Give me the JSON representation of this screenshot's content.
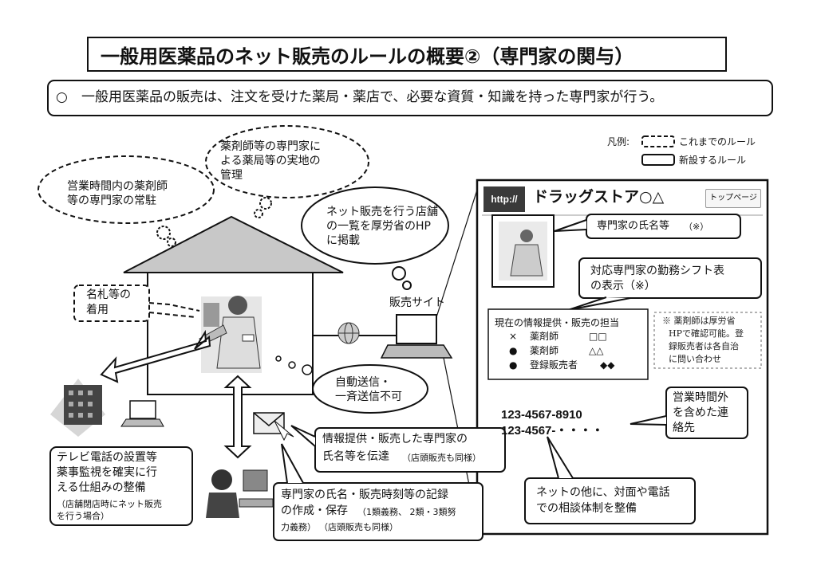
{
  "title": "一般用医薬品のネット販売のルールの概要②（専門家の関与）",
  "intro": {
    "bullet": "○",
    "text": "一般用医薬品の販売は、注文を受けた薬局・薬店で、必要な資質・知識を持った専門家が行う。"
  },
  "legend": {
    "prefix": "凡例:",
    "dashed_label": "これまでのルール",
    "solid_label": "新設するルール"
  },
  "clouds": {
    "onsite": [
      "薬剤師等の専門家に",
      "よる薬局等の実地の",
      "管理"
    ],
    "resident": [
      "営業時間内の薬剤師",
      "等の専門家の常駐"
    ],
    "listing": [
      "ネット販売を行う店舗",
      "の一覧を厚労省のHP",
      "に掲載"
    ],
    "auto_send": [
      "自動送信・",
      "一斉送信不可"
    ]
  },
  "boxes": {
    "nametag": [
      "名札等の",
      "着用"
    ],
    "tv_phone": [
      "テレビ電話の設置等",
      "薬事監視を確実に行",
      "える仕組みの整備"
    ],
    "tv_phone_note": [
      "（店舗閉店時にネット販売",
      "を行う場合）"
    ],
    "info_provider": [
      "情報提供・販売した専門家の",
      "氏名等を伝達"
    ],
    "info_provider_note": "（店頭販売も同様）",
    "records": [
      "専門家の氏名・販売時刻等の記録",
      "の作成・保存",
      "力義務）",
      "（1類義務、 2類・3類努"
    ],
    "records_note": "（店頭販売も同様）",
    "consult": [
      "ネットの他に、対面や電話",
      "での相談体制を整備"
    ]
  },
  "labels": {
    "sales_site": "販売サイト"
  },
  "site": {
    "http_badge": "http://",
    "store_name": "ドラッグストア○△",
    "top_button": "トップページ",
    "expert_name": "専門家の氏名等",
    "expert_name_mark": "（※）",
    "shift": [
      "対応専門家の勤務シフト表",
      "の表示（※）"
    ],
    "current_title": "現在の情報提供・販売の担当",
    "staff": [
      {
        "mark": "×",
        "role": "薬剤師",
        "name": "□□"
      },
      {
        "mark": "●",
        "role": "薬剤師",
        "name": "△△"
      },
      {
        "mark": "●",
        "role": "登録販売者",
        "name": "◆◆"
      }
    ],
    "note": [
      "※ 薬剤師は厚労省",
      "HPで確認可能。登",
      "録販売者は各自治",
      "に問い合わせ"
    ],
    "phones": [
      "123-4567-8910",
      "123-4567-・・・・"
    ],
    "after_hours": [
      "営業時間外",
      "を含めた連",
      "絡先"
    ]
  },
  "colors": {
    "roof": "#c8c8c8",
    "border": "#111111",
    "title_border": "#111111"
  }
}
